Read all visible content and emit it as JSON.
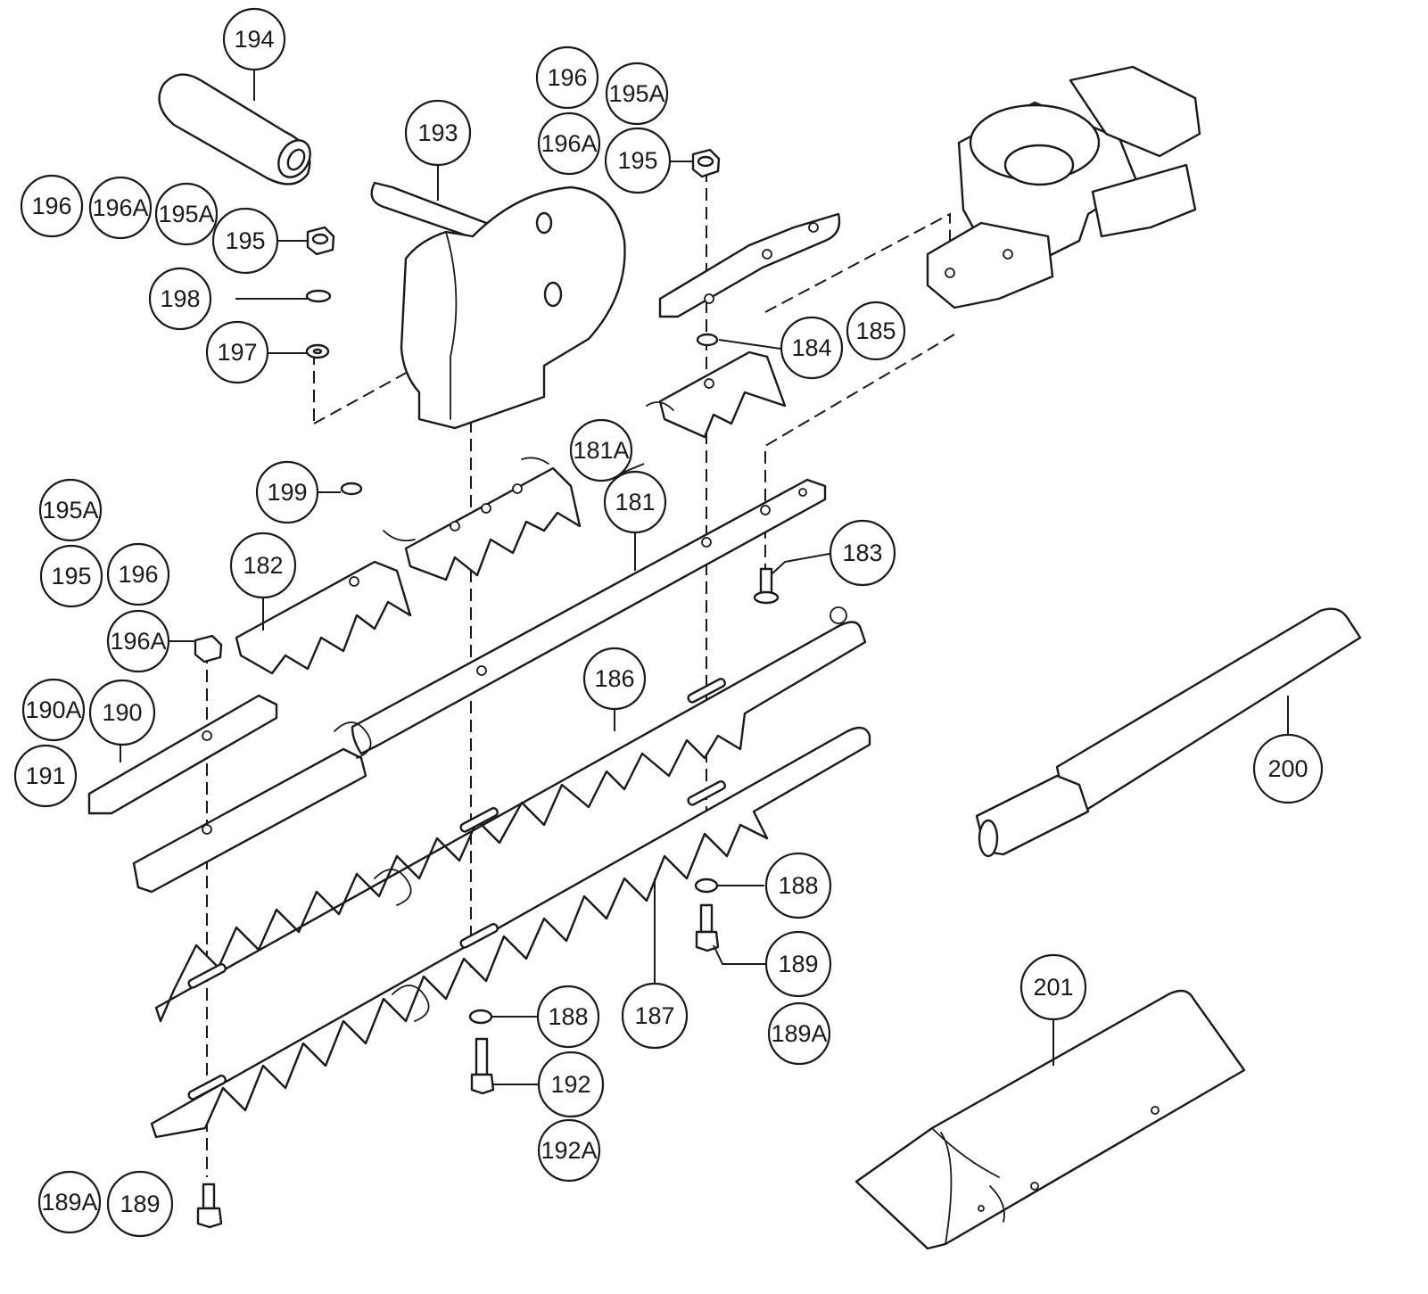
{
  "diagram": {
    "callouts": [
      {
        "id": "c194",
        "label": "194"
      },
      {
        "id": "c193",
        "label": "193"
      },
      {
        "id": "c196a",
        "label": "196"
      },
      {
        "id": "c195Aa",
        "label": "195A"
      },
      {
        "id": "c196Aa",
        "label": "196A"
      },
      {
        "id": "c195a",
        "label": "195"
      },
      {
        "id": "c196b",
        "label": "196"
      },
      {
        "id": "c196Ab",
        "label": "196A"
      },
      {
        "id": "c195Ab",
        "label": "195A"
      },
      {
        "id": "c195b",
        "label": "195"
      },
      {
        "id": "c198",
        "label": "198"
      },
      {
        "id": "c197",
        "label": "197"
      },
      {
        "id": "c184",
        "label": "184"
      },
      {
        "id": "c185",
        "label": "185"
      },
      {
        "id": "c181A",
        "label": "181A"
      },
      {
        "id": "c181",
        "label": "181"
      },
      {
        "id": "c199",
        "label": "199"
      },
      {
        "id": "c195Ac",
        "label": "195A"
      },
      {
        "id": "c195c",
        "label": "195"
      },
      {
        "id": "c196c",
        "label": "196"
      },
      {
        "id": "c182",
        "label": "182"
      },
      {
        "id": "c183",
        "label": "183"
      },
      {
        "id": "c196Ac",
        "label": "196A"
      },
      {
        "id": "c190A",
        "label": "190A"
      },
      {
        "id": "c190",
        "label": "190"
      },
      {
        "id": "c191",
        "label": "191"
      },
      {
        "id": "c186",
        "label": "186"
      },
      {
        "id": "c200",
        "label": "200"
      },
      {
        "id": "c188a",
        "label": "188"
      },
      {
        "id": "c189a",
        "label": "189"
      },
      {
        "id": "c187",
        "label": "187"
      },
      {
        "id": "c188b",
        "label": "188"
      },
      {
        "id": "c189Aa",
        "label": "189A"
      },
      {
        "id": "c192",
        "label": "192"
      },
      {
        "id": "c192A",
        "label": "192A"
      },
      {
        "id": "c201",
        "label": "201"
      },
      {
        "id": "c189Ab",
        "label": "189A"
      },
      {
        "id": "c189b",
        "label": "189"
      }
    ]
  }
}
